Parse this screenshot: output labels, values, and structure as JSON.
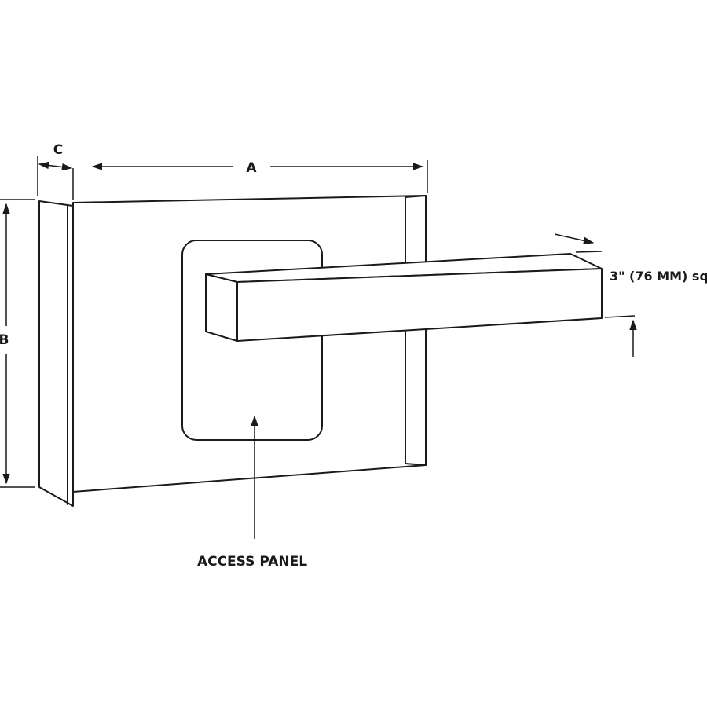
{
  "labels": {
    "dimension_a": "A",
    "dimension_b": "B",
    "dimension_c": "C",
    "arm_size": "3\" (76 MM) sq.",
    "access_panel": "ACCESS PANEL"
  }
}
